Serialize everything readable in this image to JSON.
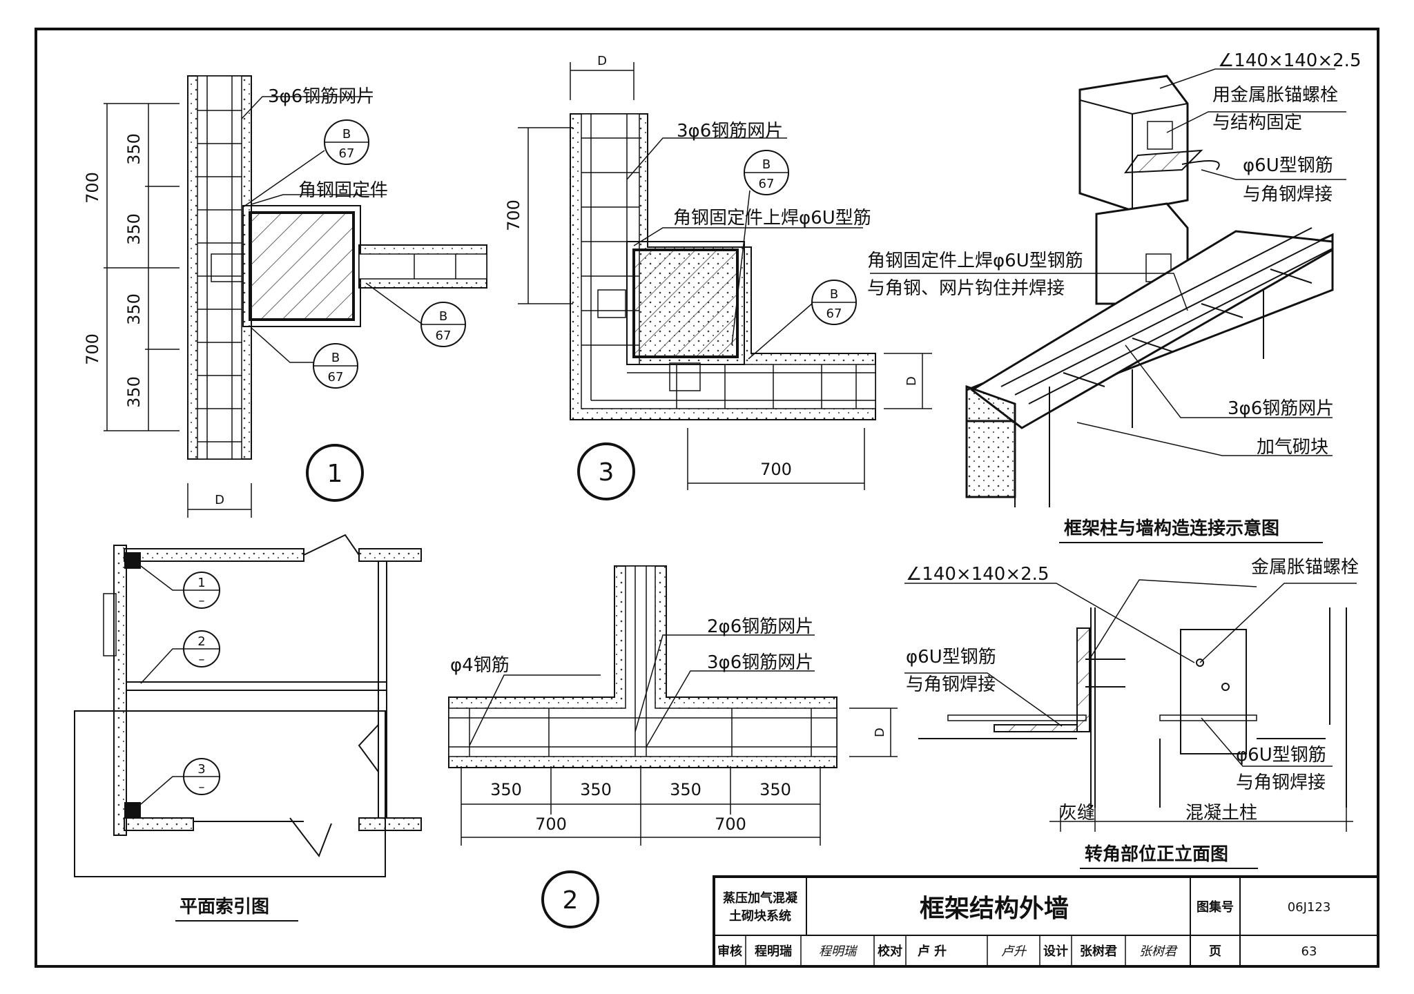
{
  "labels": {
    "mesh_3phi6": "3φ6钢筋网片",
    "mesh_2phi6": "2φ6钢筋网片",
    "phi4_bar": "φ4钢筋",
    "angle_fixer": "角钢固定件",
    "angle_fixer_weld_u": "角钢固定件上焊φ6U型筋",
    "angle_fixer_weld_u2_line1": "角钢固定件上焊φ6U型钢筋",
    "angle_fixer_weld_u2_line2": "与角钢、网片钩住并焊接",
    "angle_section": "∠140×140×2.5",
    "bolt_line1": "用金属胀锚螺栓",
    "bolt_line2": "与结构固定",
    "u_bar_line1": "φ6U型钢筋",
    "u_bar_line2": "与角钢焊接",
    "aerated_block": "加气砌块",
    "metal_bolt": "金属胀锚螺栓",
    "masonry": "灰缝",
    "concrete_col": "混凝土柱",
    "ref_top": "B",
    "ref_bottom": "67",
    "d": "D",
    "dash": "–"
  },
  "dimensions": {
    "d350": "350",
    "d700": "700"
  },
  "detail_numbers": {
    "one": "1",
    "two": "2",
    "three": "3"
  },
  "captions": {
    "iso": "框架柱与墙构造连接示意图",
    "elevation": "转角部位正立面图",
    "plan": "平面索引图"
  },
  "title_block": {
    "system_line1": "蒸压加气混凝",
    "system_line2": "土砌块系统",
    "drawing_title": "框架结构外墙",
    "atlas_label": "图集号",
    "atlas_no": "06J123",
    "review_label": "审核",
    "reviewer": "程明瑞",
    "reviewer_sig": "程明瑞",
    "check_label": "校对",
    "checker": "卢 升",
    "checker_sig": "卢升",
    "design_label": "设计",
    "designer": "张树君",
    "designer_sig": "张树君",
    "page_label": "页",
    "page_no": "63"
  }
}
